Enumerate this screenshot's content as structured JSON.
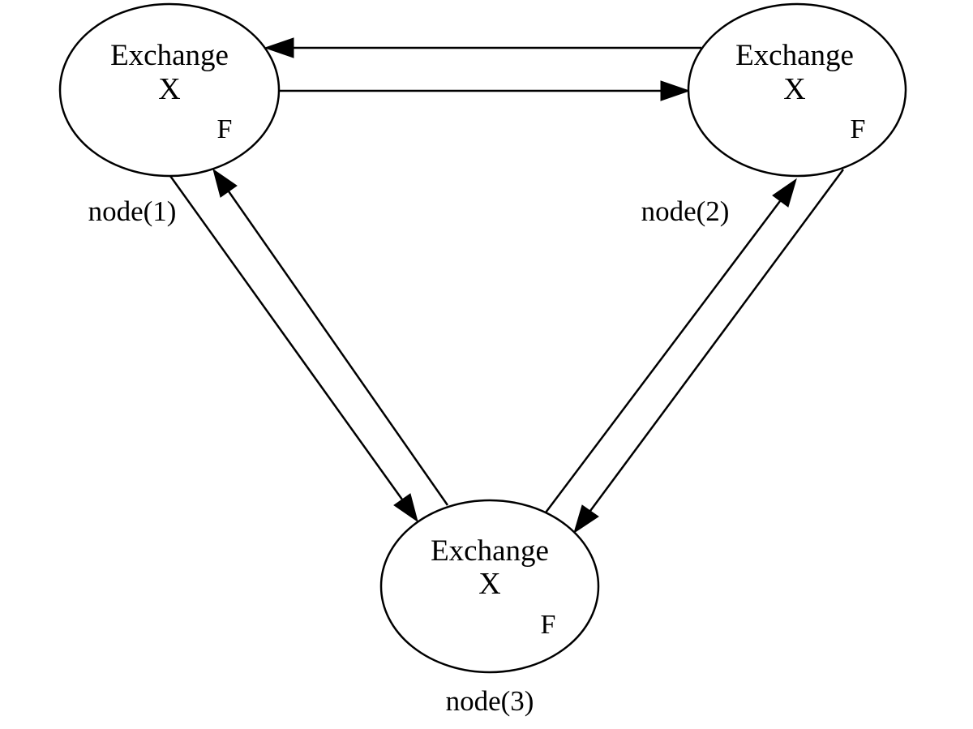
{
  "colors": {
    "background": "#ffffff",
    "stroke": "#000000",
    "text": "#000000"
  },
  "nodes": [
    {
      "id": "n1",
      "title": "Exchange",
      "symbol": "X",
      "tag": "F",
      "label": "node(1)"
    },
    {
      "id": "n2",
      "title": "Exchange",
      "symbol": "X",
      "tag": "F",
      "label": "node(2)"
    },
    {
      "id": "n3",
      "title": "Exchange",
      "symbol": "X",
      "tag": "F",
      "label": "node(3)"
    }
  ],
  "edges": [
    {
      "from": "n2",
      "to": "n1"
    },
    {
      "from": "n1",
      "to": "n2"
    },
    {
      "from": "n1",
      "to": "n3"
    },
    {
      "from": "n3",
      "to": "n1"
    },
    {
      "from": "n3",
      "to": "n2"
    },
    {
      "from": "n2",
      "to": "n3"
    }
  ]
}
